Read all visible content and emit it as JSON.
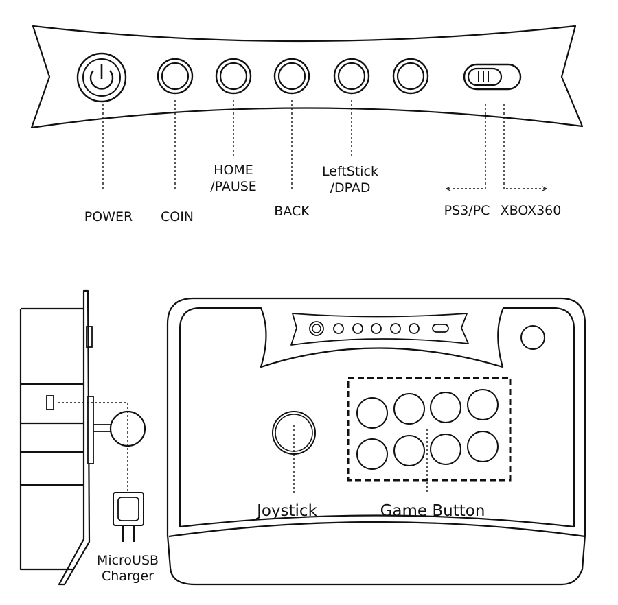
{
  "labels": {
    "power": "POWER",
    "coin": "COIN",
    "home_line1": "HOME",
    "home_line2": "/PAUSE",
    "back": "BACK",
    "leftstick_line1": "LeftStick",
    "leftstick_line2": "/DPAD",
    "ps3pc": "PS3/PC",
    "xbox360": "XBOX360",
    "joystick": "Joystick",
    "game_button": "Game Button",
    "microusb_line1": "MicroUSB",
    "microusb_line2": "Charger"
  },
  "colors": {
    "ink": "#111111",
    "background": "#ffffff"
  }
}
